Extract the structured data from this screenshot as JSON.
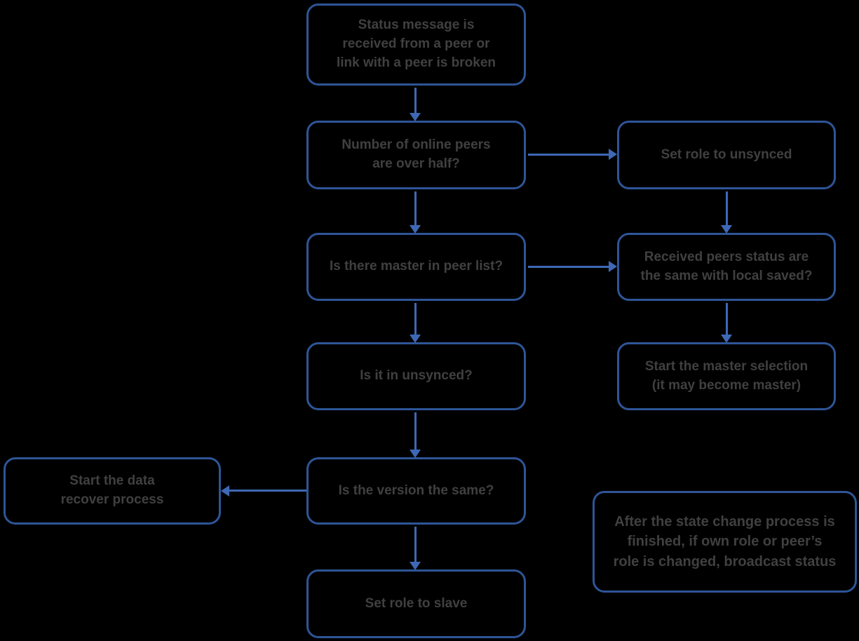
{
  "diagram": {
    "type": "flowchart",
    "background_color": "#000000",
    "box_border_color": "#2e5597",
    "arrow_color": "#3e68b5",
    "text_color": "#404040",
    "nodes": {
      "status_received": {
        "label": "Status message is\nreceived from a peer or\nlink with a peer is broken"
      },
      "peers_over_half": {
        "label": "Number of online peers\nare over half?"
      },
      "set_role_unsynced": {
        "label": "Set role to unsynced"
      },
      "master_in_peer_list": {
        "label": "Is there master in peer list?"
      },
      "peers_status_same": {
        "label": "Received peers status are\nthe same with local saved?"
      },
      "is_in_unsynced": {
        "label": "Is it in unsynced?"
      },
      "master_selection": {
        "label": "Start the master selection\n(it may become master)"
      },
      "data_recover": {
        "label": "Start the data\nrecover process"
      },
      "version_same": {
        "label": "Is the version the same?"
      },
      "set_role_slave": {
        "label": "Set role to slave"
      },
      "broadcast_note": {
        "label": "After the state change process is\nfinished, if own role or peer’s\nrole is changed, broadcast status"
      }
    },
    "edges": [
      {
        "from": "status_received",
        "to": "peers_over_half",
        "direction": "down"
      },
      {
        "from": "peers_over_half",
        "to": "set_role_unsynced",
        "direction": "right"
      },
      {
        "from": "set_role_unsynced",
        "to": "peers_status_same",
        "direction": "down"
      },
      {
        "from": "peers_over_half",
        "to": "master_in_peer_list",
        "direction": "down"
      },
      {
        "from": "master_in_peer_list",
        "to": "peers_status_same",
        "direction": "right"
      },
      {
        "from": "master_in_peer_list",
        "to": "is_in_unsynced",
        "direction": "down"
      },
      {
        "from": "peers_status_same",
        "to": "master_selection",
        "direction": "down"
      },
      {
        "from": "is_in_unsynced",
        "to": "version_same",
        "direction": "down"
      },
      {
        "from": "version_same",
        "to": "data_recover",
        "direction": "left"
      },
      {
        "from": "version_same",
        "to": "set_role_slave",
        "direction": "down"
      }
    ]
  }
}
